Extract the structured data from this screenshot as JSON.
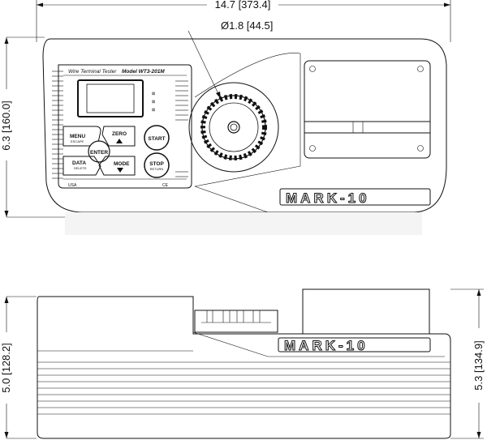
{
  "dimensions": {
    "width_top": "14.7 [373.4]",
    "height_front": "6.3 [160.0]",
    "knob_diameter": "Ø1.8 [44.5]",
    "height_side_left": "5.0 [128.2]",
    "height_side_right": "5.3 [134.9]"
  },
  "panel": {
    "header_left": "Wire Terminal Tester",
    "model": "Model WT3-201M",
    "country": "USA",
    "ce_mark": "CE"
  },
  "keys": {
    "menu": "MENU",
    "menu_sub": "ESCAPE",
    "zero": "ZERO",
    "enter": "ENTER",
    "data": "DATA",
    "data_sub": "DELETE",
    "mode": "MODE",
    "start": "START",
    "stop": "STOP",
    "stop_sub": "RETURN"
  },
  "brand": "MARK-10"
}
